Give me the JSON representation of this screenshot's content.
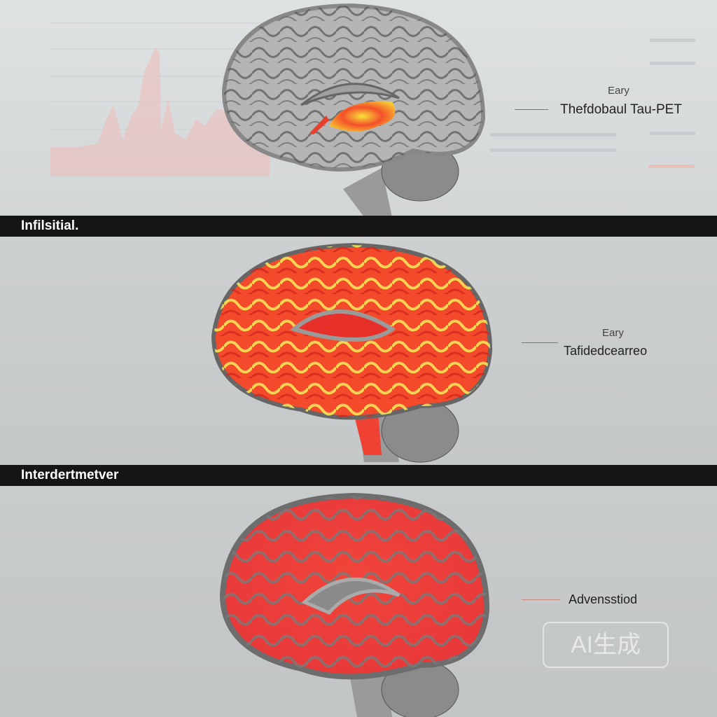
{
  "stages": [
    {
      "bar_label": "",
      "tag": "Eary",
      "title": "Thefdobaul Tau-PET"
    },
    {
      "bar_label": "Infilsitial.",
      "tag": "Eary",
      "title": "Tafidedcearreo"
    },
    {
      "bar_label": "Interdertmetver",
      "tag": "",
      "title": "Advensstiod"
    }
  ],
  "watermark": "AI生成",
  "colors": {
    "heat_red": "#f03a2e",
    "heat_yellow": "#f7e33a",
    "brain_gray": "#8a8a8a",
    "bar": "#151515"
  }
}
